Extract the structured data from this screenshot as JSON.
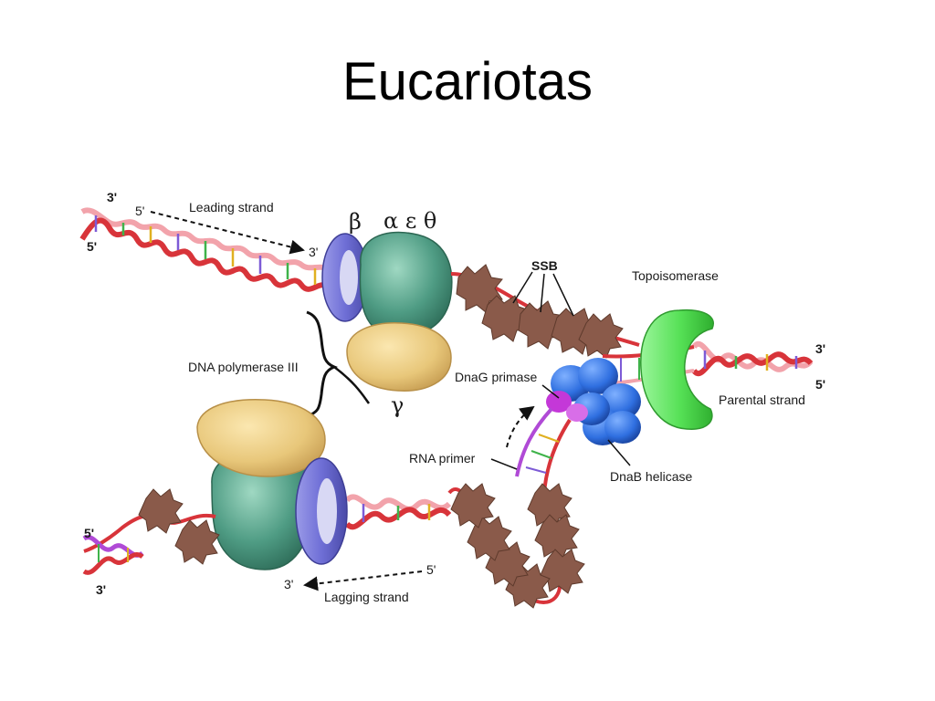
{
  "title": "Eucariotas",
  "labels": {
    "leading_strand": "Leading strand",
    "lagging_strand": "Lagging strand",
    "beta": "β",
    "alpha_epsilon_theta": "α ε θ",
    "gamma": "γ",
    "dna_polymerase": "DNA polymerase III",
    "ssb": "SSB",
    "topoisomerase": "Topoisomerase",
    "dnag_primase": "DnaG primase",
    "rna_primer": "RNA primer",
    "dnab_helicase": "DnaB helicase",
    "parental_strand": "Parental strand"
  },
  "strand_ends": {
    "top_left_3": "3'",
    "top_left_5": "5'",
    "leading_5": "5'",
    "leading_3": "3'",
    "right_3": "3'",
    "right_5": "5'",
    "bottom_left_5": "5'",
    "bottom_left_3": "3'",
    "lagging_3": "3'",
    "lagging_5": "5'"
  },
  "colors": {
    "dna_red": "#d8343a",
    "dna_pink": "#f2a3ab",
    "beta_clamp": "#6f6fd6",
    "core_teal": "#4f9c84",
    "gamma_tan": "#e8c77a",
    "ssb_brown": "#8a5a4a",
    "topoisomerase_green": "#55e055",
    "helicase_blue": "#2f6fe0",
    "primase_magenta": "#c438d8"
  }
}
